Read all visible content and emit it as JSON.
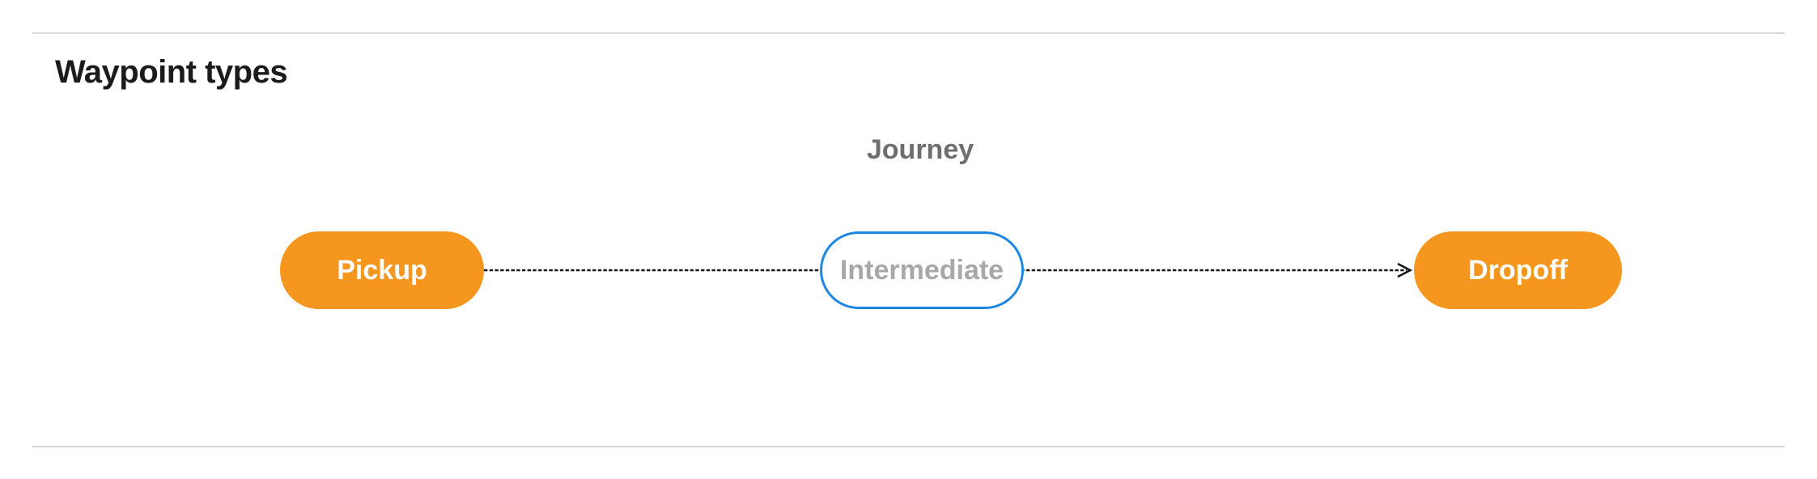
{
  "figure": {
    "title": "Waypoint types"
  },
  "diagram": {
    "caption": "Journey",
    "nodes": [
      {
        "id": "pickup",
        "label": "Pickup",
        "shape": "pill",
        "fill": "#f5961e",
        "text_color": "#ffffff"
      },
      {
        "id": "intermediate",
        "label": "Intermediate",
        "shape": "pill",
        "fill": "#ffffff",
        "border_color": "#1b87e0",
        "text_color": "#a8a8a8"
      },
      {
        "id": "dropoff",
        "label": "Dropoff",
        "shape": "pill",
        "fill": "#f5961e",
        "text_color": "#ffffff"
      }
    ],
    "edge": {
      "from": "Pickup",
      "through": "Intermediate",
      "to": "Dropoff",
      "style": "dashed",
      "arrowhead": "vee",
      "color": "#161616"
    }
  },
  "colors": {
    "accent_orange": "#f5961e",
    "accent_blue": "#1b87e0",
    "rule_gray": "#d8d8d8",
    "caption_gray": "#6e6e6e",
    "intermediate_text_gray": "#a8a8a8",
    "heading_black": "#1b1b1b"
  }
}
